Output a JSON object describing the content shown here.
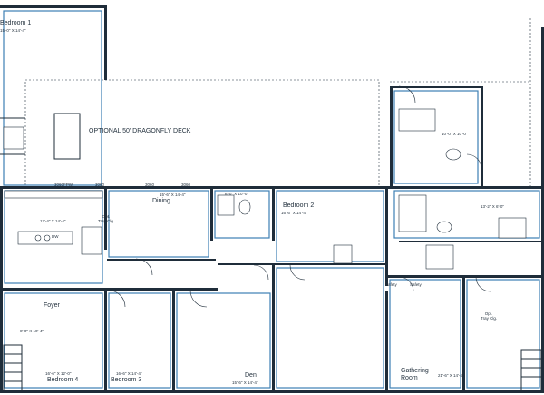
{
  "deck": {
    "label": "OPTIONAL 50' DRAGONFLY DECK"
  },
  "rooms": {
    "bedroom1": {
      "name": "Bedroom 1",
      "dim": "15'-0\" X 14'-4\""
    },
    "dining": {
      "name": "Dining",
      "dim": "15'-6\" X 14'-4\""
    },
    "kitchen": {
      "dim": "17'-4\" X 14'-4\"",
      "ceiling": "Opt.\nTray Clg."
    },
    "pantry": {
      "dim": "6'-0\" X 10'-0\""
    },
    "bedroom2": {
      "name": "Bedroom 2",
      "dim": "16'-6\" X 14'-4\""
    },
    "foyer": {
      "name": "Foyer"
    },
    "mudroom": {
      "dim": "8'-0\" X 10'-4\""
    },
    "bedroom4": {
      "name": "Bedroom 4",
      "dim": "16'-6\" X 12'-0\""
    },
    "bedroom3": {
      "name": "Bedroom 3",
      "dim": "16'-6\" X 14'-4\""
    },
    "den": {
      "name": "Den",
      "dim": "15'-6\" X 14'-4\""
    },
    "gathering": {
      "name": "Gathering\nRoom",
      "dim": "21'-6\" X 14'-4\""
    },
    "bath_mid": {
      "dim": "10'-0\" X 10'-0\""
    },
    "bath_right": {
      "dim": "13'-2\" X 6'-0\""
    },
    "gathering_ceiling": {
      "ceiling": "Opt.\nTray Clg."
    }
  },
  "safety": {
    "label_a": "Safety",
    "label_b": "Safety"
  },
  "windows": {
    "w1": "3060FPW",
    "w2": "3060",
    "w3": "3060",
    "w4": "3060"
  },
  "appliance": {
    "dw": "DW"
  }
}
